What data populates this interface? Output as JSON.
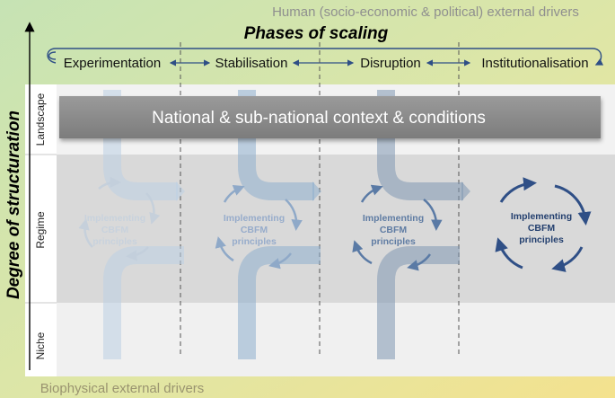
{
  "top_driver": "Human (socio-economic & political) external drivers",
  "bottom_driver": "Biophysical external drivers",
  "phases_title": "Phases of scaling",
  "phases": [
    "Experimentation",
    "Stabilisation",
    "Disruption",
    "Institutionalisation"
  ],
  "y_axis_label": "Degree of structuration",
  "levels": [
    "Landscape",
    "Regime",
    "Niche"
  ],
  "landscape_box": "National & sub-national context & conditions",
  "implementing": [
    [
      "Implementing",
      "CBFM",
      "principles"
    ],
    [
      "Implementing",
      "CBFM",
      "principles"
    ],
    [
      "Implementing",
      "CBFM",
      "principles"
    ],
    [
      "Implementing",
      "CBFM",
      "principles"
    ]
  ],
  "colors": {
    "background_green": "#c6e3b4",
    "background_yellow": "#f4e28e",
    "landscape_band": "#f2f2f2",
    "regime_band": "#d9d9d9",
    "niche_band": "#f2f2f2",
    "context_box": "#8a8a8a",
    "cycle_dark": "#2f4f86"
  }
}
